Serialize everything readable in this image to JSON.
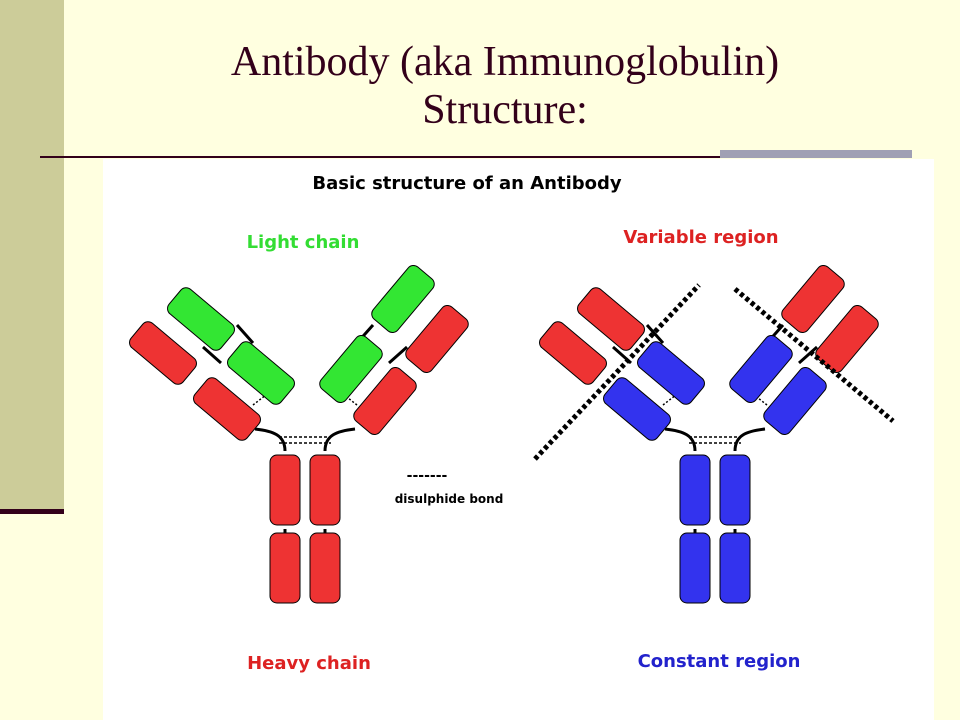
{
  "slide": {
    "title_line1": "Antibody (aka Immunoglobulin)",
    "title_line2": "Structure:"
  },
  "diagram": {
    "heading": "Basic structure of an Antibody",
    "labels": {
      "light_chain": "Light chain",
      "heavy_chain": "Heavy chain",
      "variable_region": "Variable region",
      "constant_region": "Constant region",
      "legend_symbol": "-------",
      "disulphide_bond": "disulphide bond"
    },
    "colors": {
      "light_chain": "#33e633",
      "heavy_chain": "#ee3333",
      "variable_region": "#ee3333",
      "constant_region": "#3333ee",
      "label_green": "#33dd33",
      "label_red": "#dd2222",
      "label_blue": "#2222cc"
    }
  }
}
